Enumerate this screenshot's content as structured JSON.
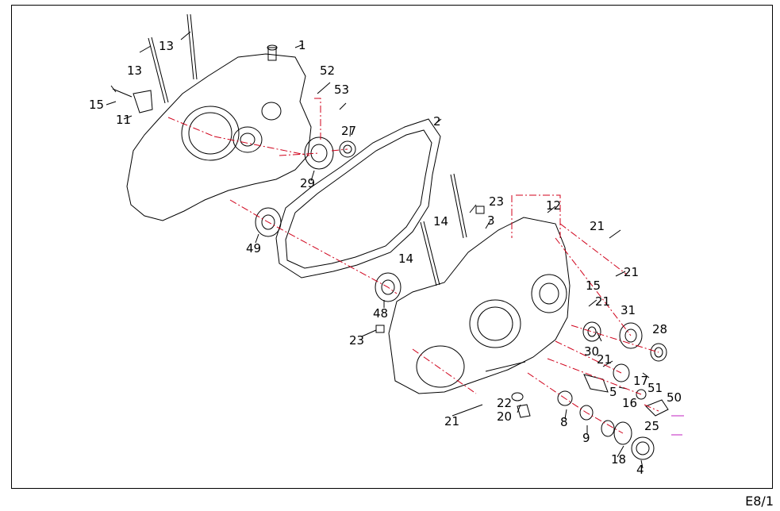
{
  "page_number": "E8/1",
  "callouts": [
    {
      "id": "c1",
      "text": "1"
    },
    {
      "id": "c2",
      "text": "2"
    },
    {
      "id": "c3",
      "text": "3"
    },
    {
      "id": "c4",
      "text": "4"
    },
    {
      "id": "c5",
      "text": "5"
    },
    {
      "id": "c8",
      "text": "8"
    },
    {
      "id": "c9",
      "text": "9"
    },
    {
      "id": "c11",
      "text": "11"
    },
    {
      "id": "c12",
      "text": "12"
    },
    {
      "id": "c13a",
      "text": "13"
    },
    {
      "id": "c13b",
      "text": "13"
    },
    {
      "id": "c14a",
      "text": "14"
    },
    {
      "id": "c14b",
      "text": "14"
    },
    {
      "id": "c15a",
      "text": "15"
    },
    {
      "id": "c15b",
      "text": "15"
    },
    {
      "id": "c16",
      "text": "16"
    },
    {
      "id": "c17",
      "text": "17"
    },
    {
      "id": "c18",
      "text": "18"
    },
    {
      "id": "c20",
      "text": "20"
    },
    {
      "id": "c21a",
      "text": "21"
    },
    {
      "id": "c21b",
      "text": "21"
    },
    {
      "id": "c21c",
      "text": "21"
    },
    {
      "id": "c21d",
      "text": "21"
    },
    {
      "id": "c21e",
      "text": "21"
    },
    {
      "id": "c22",
      "text": "22"
    },
    {
      "id": "c23a",
      "text": "23"
    },
    {
      "id": "c23b",
      "text": "23"
    },
    {
      "id": "c25",
      "text": "25"
    },
    {
      "id": "c27",
      "text": "27"
    },
    {
      "id": "c28",
      "text": "28"
    },
    {
      "id": "c29",
      "text": "29"
    },
    {
      "id": "c30",
      "text": "30"
    },
    {
      "id": "c31",
      "text": "31"
    },
    {
      "id": "c48",
      "text": "48"
    },
    {
      "id": "c49",
      "text": "49"
    },
    {
      "id": "c50",
      "text": "50"
    },
    {
      "id": "c51",
      "text": "51"
    },
    {
      "id": "c52",
      "text": "52"
    },
    {
      "id": "c53",
      "text": "53"
    }
  ],
  "colors": {
    "line": "#000000",
    "assembly_guide": "#d0021b",
    "detail": "#c020c0"
  }
}
